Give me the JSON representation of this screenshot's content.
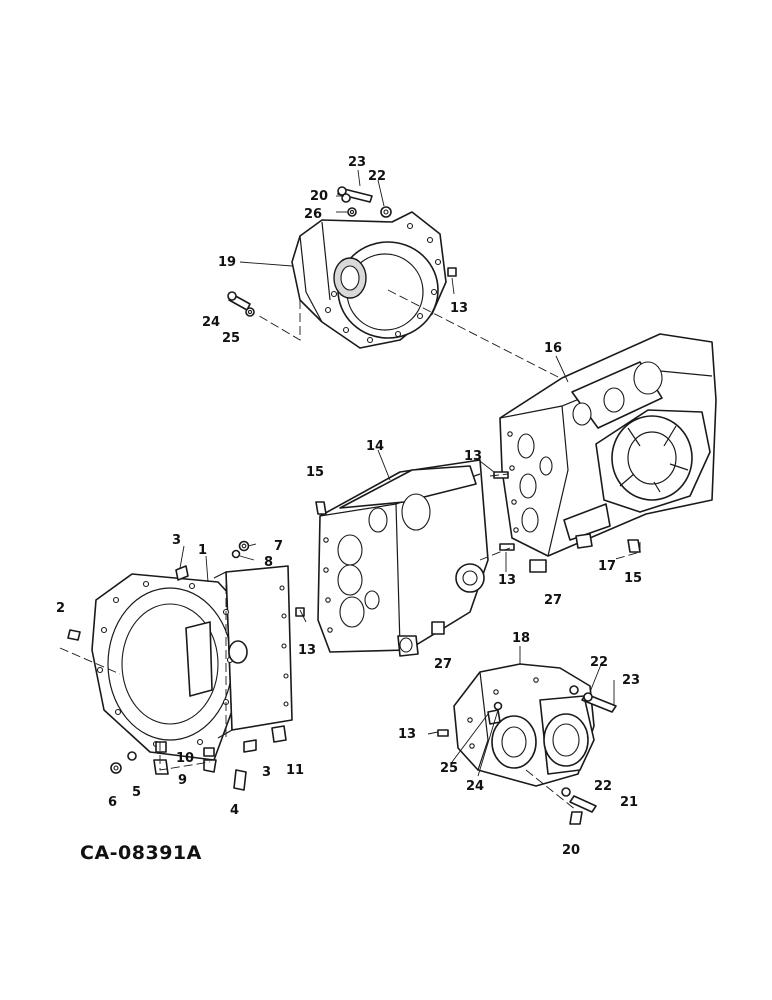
{
  "drawing_number": "CA-08391A",
  "callouts": [
    {
      "id": "c23a",
      "text": "23"
    },
    {
      "id": "c22a",
      "text": "22"
    },
    {
      "id": "c20a",
      "text": "20"
    },
    {
      "id": "c26",
      "text": "26"
    },
    {
      "id": "c19",
      "text": "19"
    },
    {
      "id": "c24a",
      "text": "24"
    },
    {
      "id": "c25a",
      "text": "25"
    },
    {
      "id": "c13a",
      "text": "13"
    },
    {
      "id": "c16",
      "text": "16"
    },
    {
      "id": "c14",
      "text": "14"
    },
    {
      "id": "c15a",
      "text": "15"
    },
    {
      "id": "c13b",
      "text": "13"
    },
    {
      "id": "c13c",
      "text": "13"
    },
    {
      "id": "c17",
      "text": "17"
    },
    {
      "id": "c15b",
      "text": "15"
    },
    {
      "id": "c27a",
      "text": "27"
    },
    {
      "id": "c27b",
      "text": "27"
    },
    {
      "id": "c3a",
      "text": "3"
    },
    {
      "id": "c1",
      "text": "1"
    },
    {
      "id": "c7",
      "text": "7"
    },
    {
      "id": "c8",
      "text": "8"
    },
    {
      "id": "c2",
      "text": "2"
    },
    {
      "id": "c13d",
      "text": "13"
    },
    {
      "id": "c10",
      "text": "10"
    },
    {
      "id": "c11",
      "text": "11"
    },
    {
      "id": "c3b",
      "text": "3"
    },
    {
      "id": "c9",
      "text": "9"
    },
    {
      "id": "c6",
      "text": "6"
    },
    {
      "id": "c5",
      "text": "5"
    },
    {
      "id": "c4",
      "text": "4"
    },
    {
      "id": "c18",
      "text": "18"
    },
    {
      "id": "c22b",
      "text": "22"
    },
    {
      "id": "c23b",
      "text": "23"
    },
    {
      "id": "c13e",
      "text": "13"
    },
    {
      "id": "c25b",
      "text": "25"
    },
    {
      "id": "c24b",
      "text": "24"
    },
    {
      "id": "c22c",
      "text": "22"
    },
    {
      "id": "c21",
      "text": "21"
    },
    {
      "id": "c20b",
      "text": "20"
    }
  ]
}
